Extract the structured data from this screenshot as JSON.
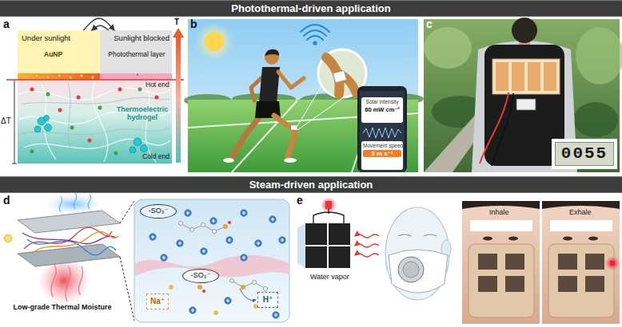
{
  "diagram": {
    "nodes": [
      {
        "text": [
          "Photothermal-driven application"
        ]
      },
      {
        "text": [
          "Under sunlight"
        ]
      },
      {
        "text": [
          "Sunlight blocked"
        ]
      },
      {
        "text": [
          "Solar intensity",
          "80 mW cm⁻²"
        ]
      },
      {
        "text": [
          "Movement speed",
          "3 m s⁻¹"
        ]
      },
      {
        "text": [
          "0055"
        ]
      },
      {
        "text": [
          "Steam-driven application"
        ]
      },
      {
        "text": [
          "-SO₃⁻"
        ]
      },
      {
        "text": [
          "-SO₃⁻"
        ]
      },
      {
        "text": [
          "Na⁺"
        ]
      },
      {
        "text": [
          "H⁺"
        ]
      }
    ],
    "edges": [
      {
        "from": 1,
        "to": 2,
        "arrow": "to"
      },
      {
        "from": 2,
        "to": 1,
        "arrow": "to"
      }
    ],
    "labels": [
      "a",
      "AuNP",
      "Photothermal layer",
      "Hot end",
      "Thermoelectric hydrogel",
      "Cold end",
      "ΔT",
      "T",
      "b",
      "c",
      "d",
      "Low-grade Thermal Moisture",
      "e",
      "Water vapor",
      "Inhale",
      "Exhale"
    ]
  }
}
